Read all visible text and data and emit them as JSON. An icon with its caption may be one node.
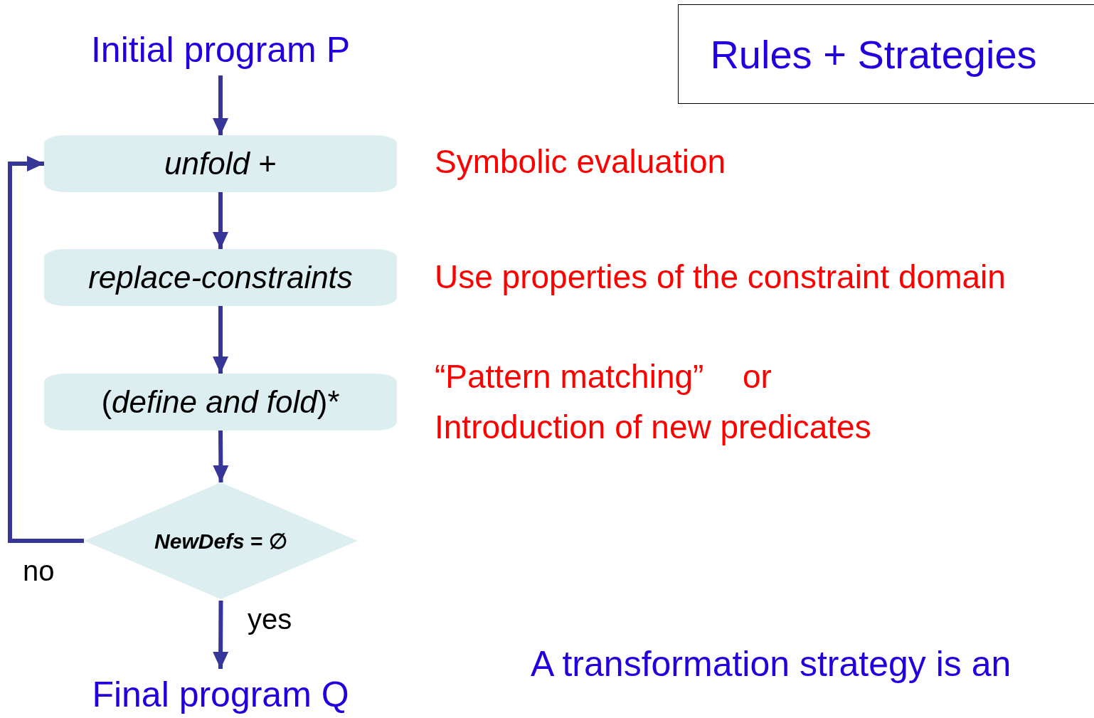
{
  "diagram": {
    "nodes": [
      {
        "text": [
          "Initial program P"
        ]
      },
      {
        "text": [
          "*unfold* +"
        ]
      },
      {
        "text": [
          "replace-constraints"
        ]
      },
      {
        "text": [
          "(*define and fold*)*"
        ]
      },
      {
        "text": [
          "*NewDefs* = ∅"
        ]
      },
      {
        "text": [
          "Final program Q"
        ]
      },
      {
        "text": [
          "Rules + Strategies"
        ]
      }
    ],
    "edges": [
      {
        "from": 0,
        "to": 1,
        "arrow": "to"
      },
      {
        "from": 1,
        "to": 2,
        "arrow": "to"
      },
      {
        "from": 2,
        "to": 3,
        "arrow": "to"
      },
      {
        "from": 3,
        "to": 4,
        "arrow": "to"
      },
      {
        "from": 4,
        "to": 5,
        "arrow": "to",
        "label": "yes"
      },
      {
        "from": 4,
        "to": 1,
        "arrow": "to",
        "label": "no"
      }
    ],
    "labels": [
      "Symbolic evaluation",
      "Use properties of the constraint domain",
      "“Pattern matching”",
      "or",
      "Introduction of new predicates",
      "A transformation strategy is an"
    ]
  }
}
